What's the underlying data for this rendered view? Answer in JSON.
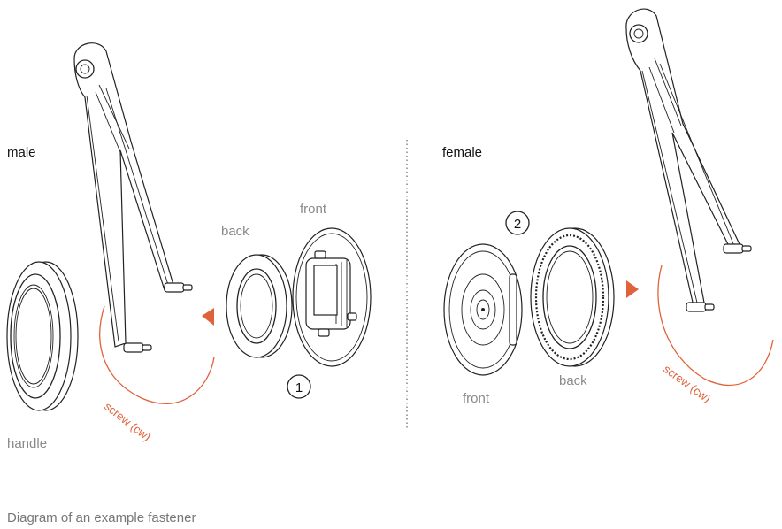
{
  "labels": {
    "male": "male",
    "female": "female",
    "handle": "handle",
    "back_left": "back",
    "front_left": "front",
    "front_right": "front",
    "back_right": "back",
    "screw_left": "screw (cw)",
    "screw_right": "screw (cw)",
    "step_1": "1",
    "step_2": "2"
  },
  "caption": "Diagram of an example fastener",
  "colors": {
    "accent": "#e0623a",
    "line": "#222222",
    "label_grey": "#8a8a8a"
  }
}
